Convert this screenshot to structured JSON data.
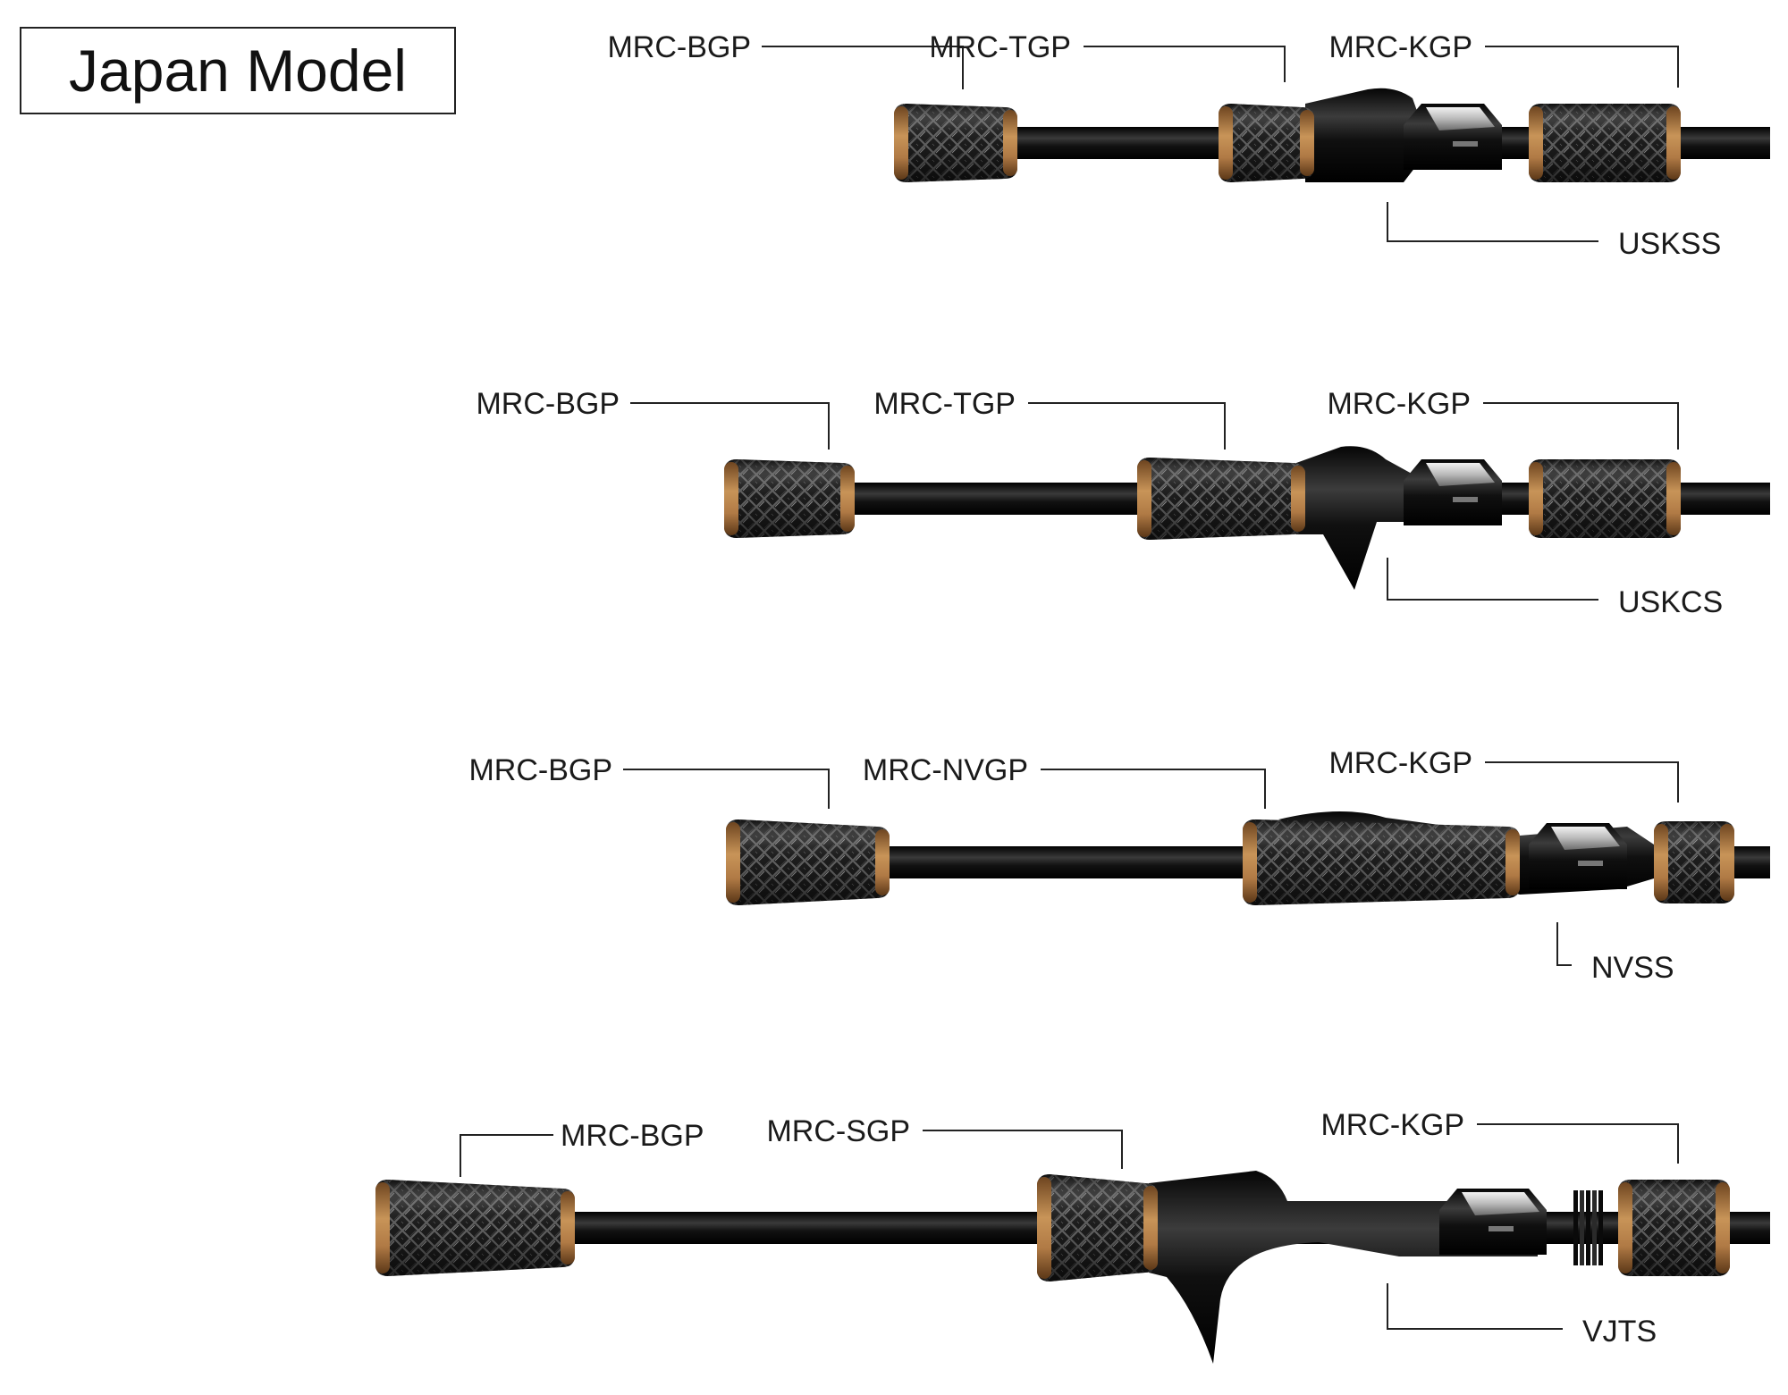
{
  "title": "Japan Model",
  "colors": {
    "blank": "#111111",
    "weave_dark": "#1b1b1b",
    "weave_light": "#6a6a6a",
    "cork": "#b07a45",
    "seat_black": "#0c0c0c",
    "hood_silver": "#c9c9c9",
    "leader": "#222222"
  },
  "rod_configurations": [
    {
      "rear_grip": "MRC-BGP",
      "front_grip": "MRC-TGP",
      "top_grip": "MRC-KGP",
      "reel_seat": "USKSS",
      "seat_style": "spinning-trigger"
    },
    {
      "rear_grip": "MRC-BGP",
      "front_grip": "MRC-TGP",
      "top_grip": "MRC-KGP",
      "reel_seat": "USKCS",
      "seat_style": "casting-trigger"
    },
    {
      "rear_grip": "MRC-BGP",
      "front_grip": "MRC-NVGP",
      "top_grip": "MRC-KGP",
      "reel_seat": "NVSS",
      "seat_style": "integrated-palm"
    },
    {
      "rear_grip": "MRC-BGP",
      "front_grip": "MRC-SGP",
      "top_grip": "MRC-KGP",
      "reel_seat": "VJTS",
      "seat_style": "large-casting-trigger"
    }
  ]
}
